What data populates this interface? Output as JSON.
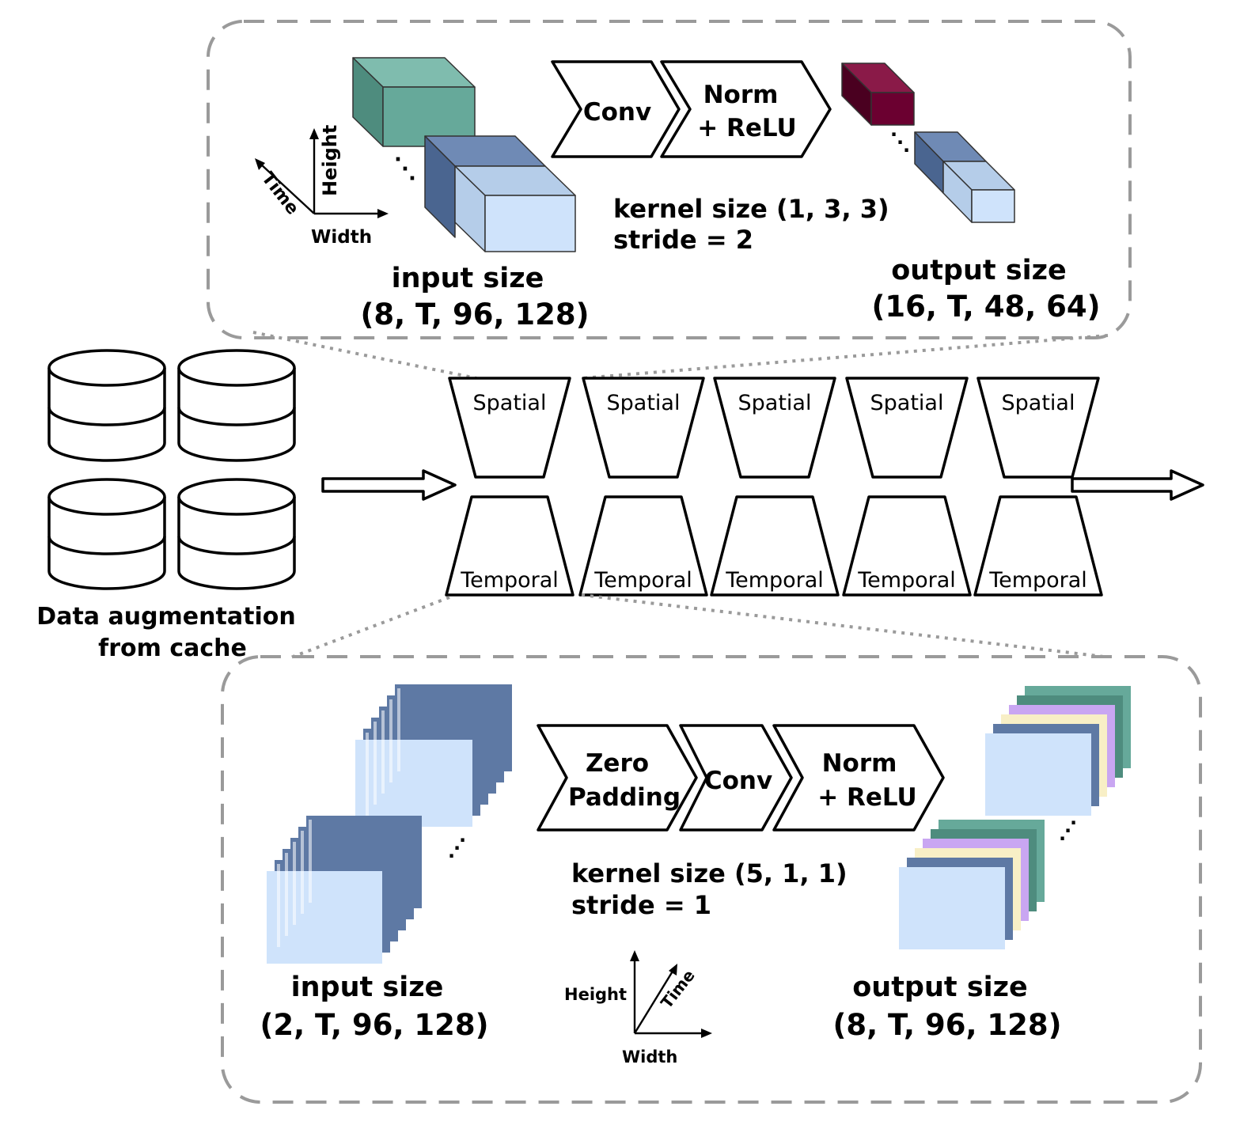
{
  "top_block": {
    "ops": [
      "Conv",
      "Norm",
      "+ ReLU"
    ],
    "kernel": "kernel size (1, 3, 3)",
    "stride": "stride = 2",
    "input_label": "input size",
    "input_shape": "(8, T, 96, 128)",
    "output_label": "output size",
    "output_shape": "(16, T, 48, 64)",
    "axes": {
      "time": "Time",
      "height": "Height",
      "width": "Width"
    }
  },
  "data_source": {
    "line1": "Data augmentation",
    "line2": "from cache"
  },
  "pipeline": {
    "spatial_label": "Spatial",
    "temporal_label": "Temporal",
    "stage_count": 5
  },
  "bottom_block": {
    "ops": [
      "Zero",
      "Padding",
      "Conv",
      "Norm",
      "+ ReLU"
    ],
    "kernel": "kernel size (5, 1, 1)",
    "stride": "stride = 1",
    "input_label": "input size",
    "input_shape": "(2, T, 96, 128)",
    "output_label": "output size",
    "output_shape": "(8, T, 96, 128)",
    "axes": {
      "height": "Height",
      "time": "Time",
      "width": "Width"
    }
  },
  "colors": {
    "teal": "#66a99a",
    "teal_dark": "#4e8c7e",
    "navy": "#5e79a4",
    "navy_dark": "#4a6590",
    "light_blue": "#cfe3fb",
    "mid_blue": "#b5cde9",
    "maroon": "#6b0030",
    "maroon_dark": "#4a0020",
    "purple": "#c9a6f2",
    "cream": "#f8efc6",
    "dashed_gray": "#9a9a9a"
  }
}
